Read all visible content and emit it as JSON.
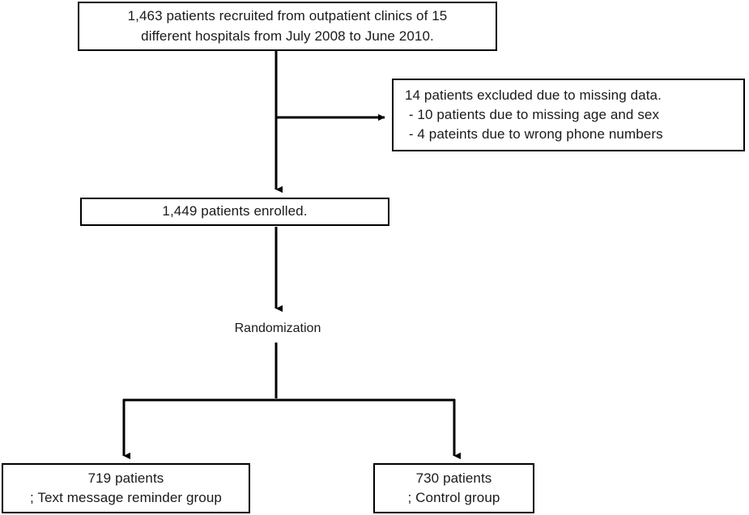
{
  "diagram": {
    "title": "CONSORT patient flow diagram",
    "stroke_color": "#000000",
    "text_color": "#1a1a1a",
    "background_color": "#ffffff",
    "nodes": {
      "recruited": {
        "lines": [
          "1,463 patients recruited from outpatient clinics of 15",
          "different hospitals from July 2008 to June 2010."
        ]
      },
      "excluded": {
        "lines": [
          "14 patients excluded due to missing data.",
          " - 10 patients due to missing age and sex",
          " - 4 pateints due to wrong phone numbers"
        ]
      },
      "enrolled": {
        "lines": [
          "1,449 patients enrolled."
        ]
      },
      "randomization": {
        "label": "Randomization"
      },
      "intervention": {
        "lines": [
          "719 patients",
          "; Text message reminder group"
        ]
      },
      "control": {
        "lines": [
          "730 patients",
          "; Control group"
        ]
      }
    },
    "connectors": [
      {
        "name": "recruited-to-enrolled",
        "from": "recruited",
        "to": "enrolled"
      },
      {
        "name": "recruited-to-excluded",
        "from": "recruited",
        "to": "excluded"
      },
      {
        "name": "enrolled-to-randomization",
        "from": "enrolled",
        "to": "randomization"
      },
      {
        "name": "randomization-to-split",
        "from": "randomization",
        "to": "split-bar"
      },
      {
        "name": "split-to-intervention",
        "from": "split-bar",
        "to": "intervention"
      },
      {
        "name": "split-to-control",
        "from": "split-bar",
        "to": "control"
      }
    ]
  }
}
